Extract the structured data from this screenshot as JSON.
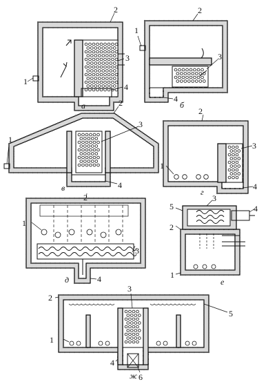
{
  "figure": {
    "panels": [
      {
        "id": "a",
        "caption": "а",
        "labels": [
          "1",
          "2",
          "3",
          "4"
        ]
      },
      {
        "id": "b",
        "caption": "б",
        "labels": [
          "1",
          "2",
          "3",
          "4"
        ]
      },
      {
        "id": "v",
        "caption": "в",
        "labels": [
          "1",
          "2",
          "3",
          "4"
        ]
      },
      {
        "id": "g",
        "caption": "г",
        "labels": [
          "1",
          "2",
          "3",
          "4"
        ]
      },
      {
        "id": "d",
        "caption": "д",
        "labels": [
          "1",
          "2",
          "3",
          "4"
        ]
      },
      {
        "id": "e",
        "caption": "е",
        "labels": [
          "1",
          "2",
          "3",
          "4",
          "5"
        ]
      },
      {
        "id": "zh",
        "caption": "ж",
        "labels": [
          "1",
          "2",
          "3",
          "4",
          "5",
          "6"
        ]
      }
    ]
  }
}
